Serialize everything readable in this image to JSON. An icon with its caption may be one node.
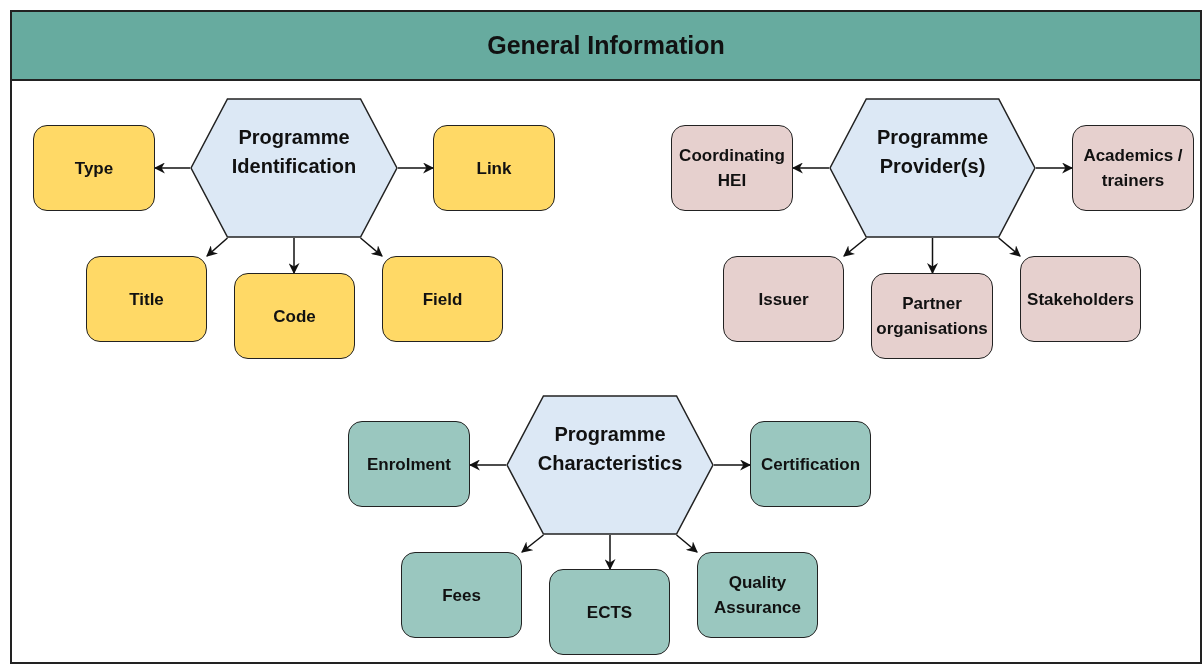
{
  "diagram": {
    "title": "General Information",
    "nodes": [
      {
        "text": [
          "Programme Identification"
        ]
      },
      {
        "text": [
          "Type"
        ]
      },
      {
        "text": [
          "Link"
        ]
      },
      {
        "text": [
          "Title"
        ]
      },
      {
        "text": [
          "Code"
        ]
      },
      {
        "text": [
          "Field"
        ]
      },
      {
        "text": [
          "Programme Provider(s)"
        ]
      },
      {
        "text": [
          "Coordinating HEI"
        ]
      },
      {
        "text": [
          "Academics / trainers"
        ]
      },
      {
        "text": [
          "Issuer"
        ]
      },
      {
        "text": [
          "Partner organisations"
        ]
      },
      {
        "text": [
          "Stakeholders"
        ]
      },
      {
        "text": [
          "Programme Characteristics"
        ]
      },
      {
        "text": [
          "Enrolment"
        ]
      },
      {
        "text": [
          "Certification"
        ]
      },
      {
        "text": [
          "Fees"
        ]
      },
      {
        "text": [
          "ECTS"
        ]
      },
      {
        "text": [
          "Quality Assurance"
        ]
      }
    ],
    "edges": [
      {
        "from": 0,
        "to": 1,
        "arrow": "to"
      },
      {
        "from": 0,
        "to": 2,
        "arrow": "to"
      },
      {
        "from": 0,
        "to": 3,
        "arrow": "to"
      },
      {
        "from": 0,
        "to": 4,
        "arrow": "to"
      },
      {
        "from": 0,
        "to": 5,
        "arrow": "to"
      },
      {
        "from": 6,
        "to": 7,
        "arrow": "to"
      },
      {
        "from": 6,
        "to": 8,
        "arrow": "to"
      },
      {
        "from": 6,
        "to": 9,
        "arrow": "to"
      },
      {
        "from": 6,
        "to": 10,
        "arrow": "to"
      },
      {
        "from": 6,
        "to": 11,
        "arrow": "to"
      },
      {
        "from": 12,
        "to": 13,
        "arrow": "to"
      },
      {
        "from": 12,
        "to": 14,
        "arrow": "to"
      },
      {
        "from": 12,
        "to": 15,
        "arrow": "to"
      },
      {
        "from": 12,
        "to": 16,
        "arrow": "to"
      },
      {
        "from": 12,
        "to": 17,
        "arrow": "to"
      }
    ]
  }
}
